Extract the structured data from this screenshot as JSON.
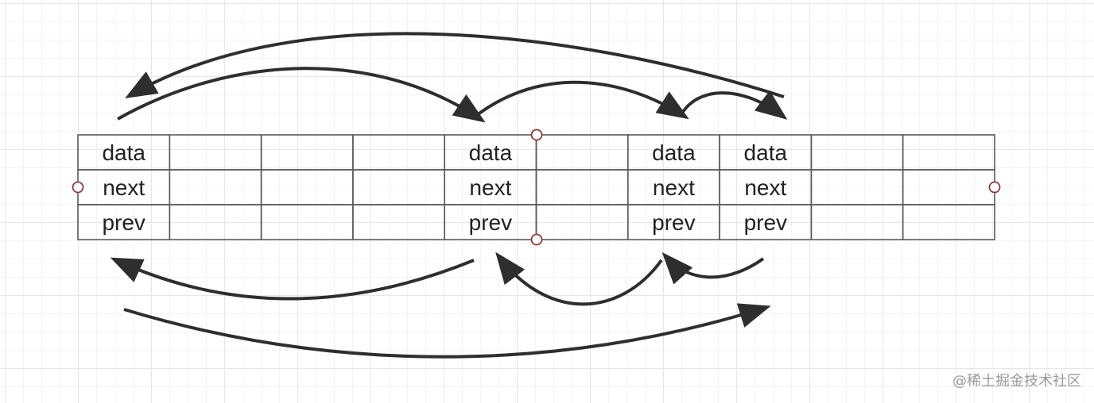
{
  "table": {
    "columns": [
      [
        "data",
        "next",
        "prev"
      ],
      [
        "",
        "",
        ""
      ],
      [
        "",
        "",
        ""
      ],
      [
        "",
        "",
        ""
      ],
      [
        "data",
        "next",
        "prev"
      ],
      [
        "",
        "",
        ""
      ],
      [
        "data",
        "next",
        "prev"
      ],
      [
        "data",
        "next",
        "prev"
      ],
      [
        "",
        "",
        ""
      ],
      [
        "",
        "",
        ""
      ]
    ]
  },
  "colors": {
    "cell_border": "#5a5a5a",
    "arrow": "#2e2e2e",
    "handle": "#8a3b3b"
  },
  "watermark": "@稀土掘金技术社区"
}
